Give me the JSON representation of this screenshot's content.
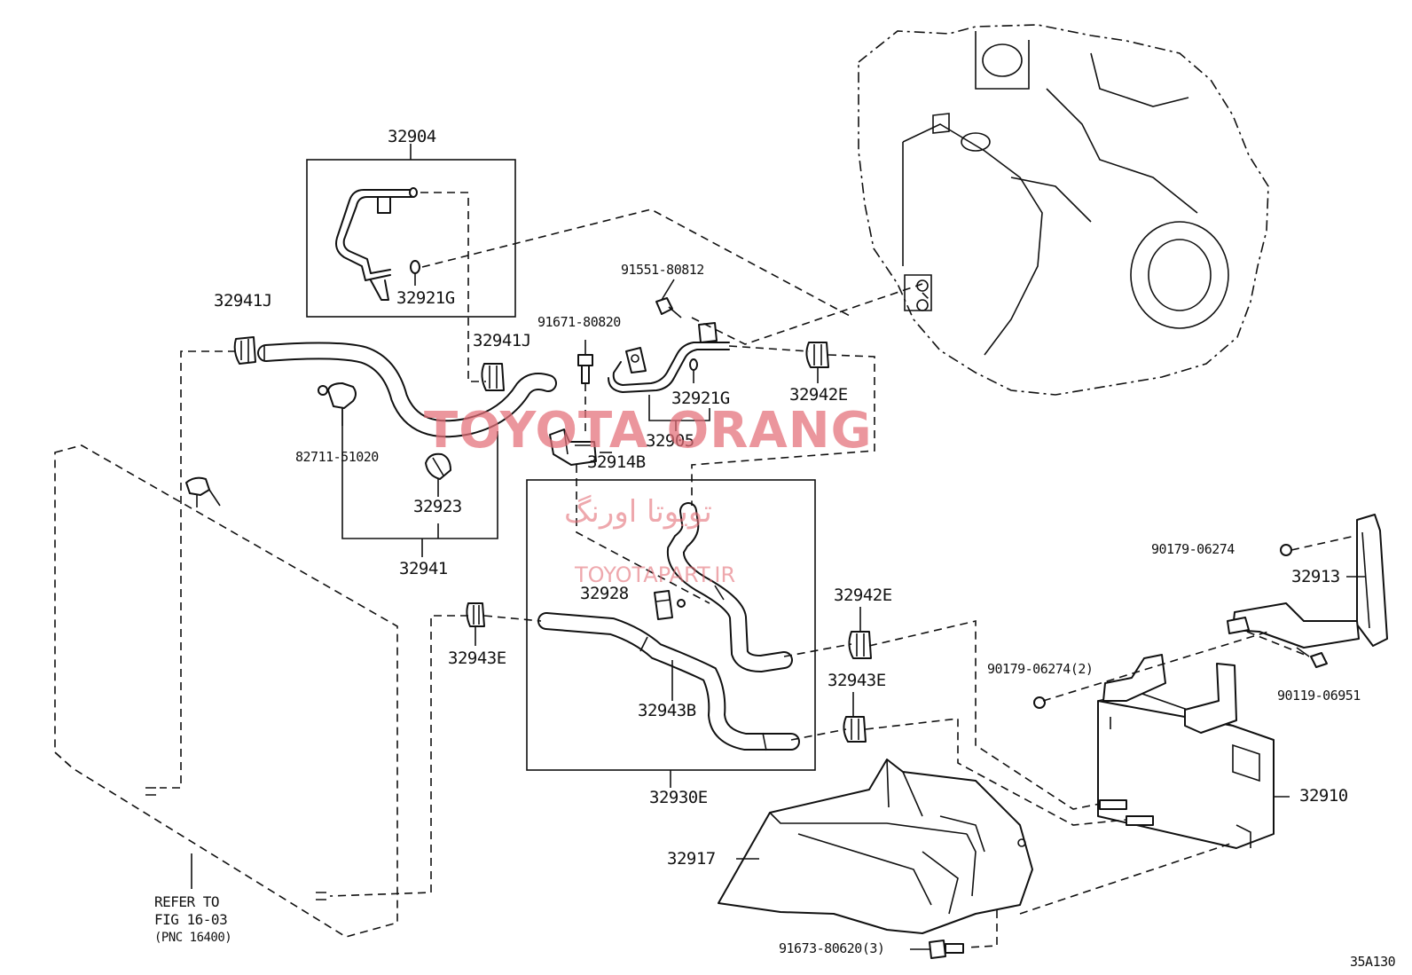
{
  "callouts": {
    "p32904": "32904",
    "p32921G_top": "32921G",
    "p32941J_left": "32941J",
    "p32941J_mid": "32941J",
    "p82711": "82711-51020",
    "p32923": "32923",
    "p32941": "32941",
    "p91551": "91551-80812",
    "p91671": "91671-80820",
    "p32921G_mid": "32921G",
    "p32905": "32905",
    "p32914B": "32914B",
    "p32942E_top": "32942E",
    "p32928": "32928",
    "p32930E": "32930E",
    "p32943B": "32943B",
    "p32943E_left": "32943E",
    "p32942E_mid": "32942E",
    "p32943E_mid": "32943E",
    "p90179_top": "90179-06274",
    "p32913": "32913",
    "p90179_qty": "90179-06274(2)",
    "p90119": "90119-06951",
    "p32910": "32910",
    "p32917": "32917",
    "p91673": "91673-80620(3)"
  },
  "reference_note": {
    "line1": "REFER TO",
    "line2": "FIG 16-03",
    "line3": "(PNC 16400)"
  },
  "figure_id": "35A130",
  "watermark": {
    "brand": "TOYOTA ORANG",
    "farsi": "تویوتا اورنگ",
    "url": "TOYOTAPART.IR"
  }
}
